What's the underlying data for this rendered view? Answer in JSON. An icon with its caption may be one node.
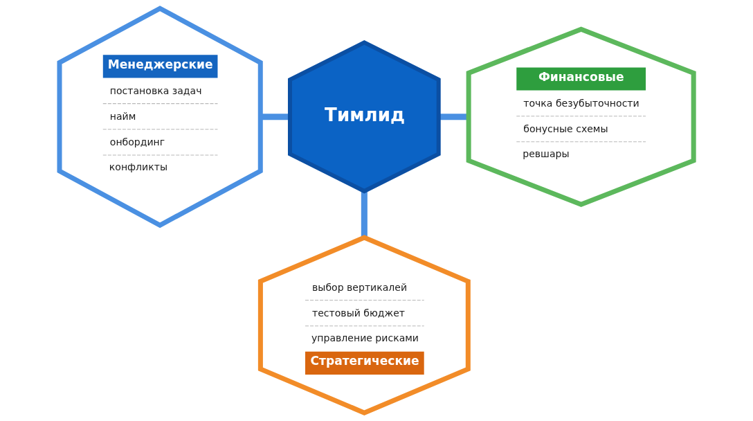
{
  "diagram": {
    "nodes": [
      {
        "text": [
          "Тимлид"
        ]
      },
      {
        "text": [
          "Менеджерские",
          "постановка задач",
          "найм",
          "онбординг",
          "конфликты"
        ]
      },
      {
        "text": [
          "Финансовые",
          "точка безубыточности",
          "бонусные схемы",
          "ревшары"
        ]
      },
      {
        "text": [
          "выбор вертикалей",
          "тестовый бюджет",
          "управление рисками",
          "Стратегические"
        ]
      }
    ],
    "edges": [
      {
        "from": 1,
        "to": 0,
        "arrow": "none"
      },
      {
        "from": 0,
        "to": 2,
        "arrow": "none"
      },
      {
        "from": 0,
        "to": 3,
        "arrow": "none"
      }
    ]
  }
}
